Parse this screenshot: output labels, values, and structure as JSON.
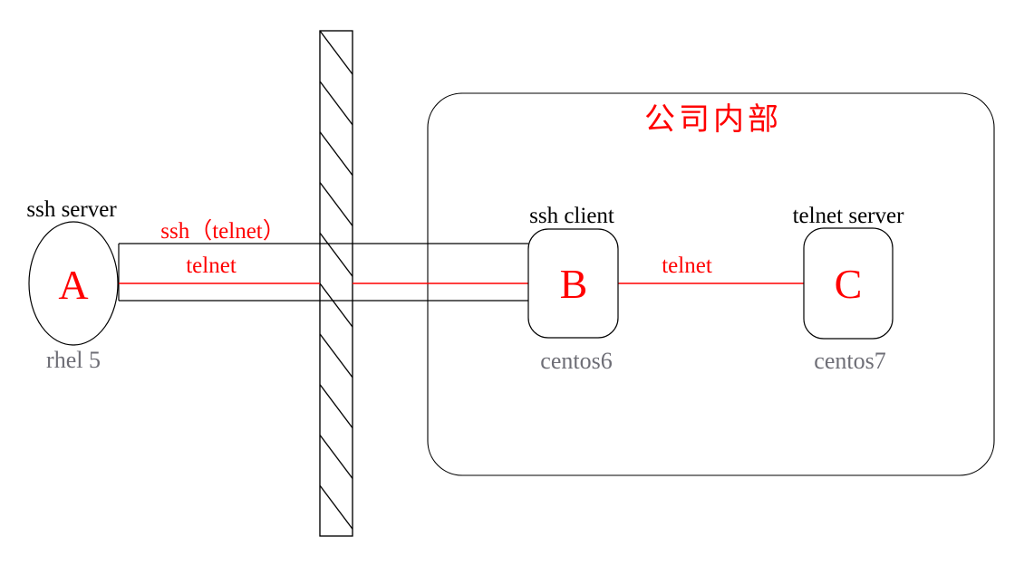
{
  "diagram": {
    "zone": {
      "title": "公司内部"
    },
    "nodes": {
      "a": {
        "id": "A",
        "role": "ssh server",
        "os": "rhel 5"
      },
      "b": {
        "id": "B",
        "role": "ssh client",
        "os": "centos6"
      },
      "c": {
        "id": "C",
        "role": "telnet server",
        "os": "centos7"
      }
    },
    "links": {
      "tunnel_label": "ssh（telnet）",
      "tunnel_inner_label": "telnet",
      "bc_label": "telnet"
    },
    "colors": {
      "accent_red": "#ff0000",
      "muted_gray": "#6e6e76",
      "line_black": "#000000"
    }
  }
}
